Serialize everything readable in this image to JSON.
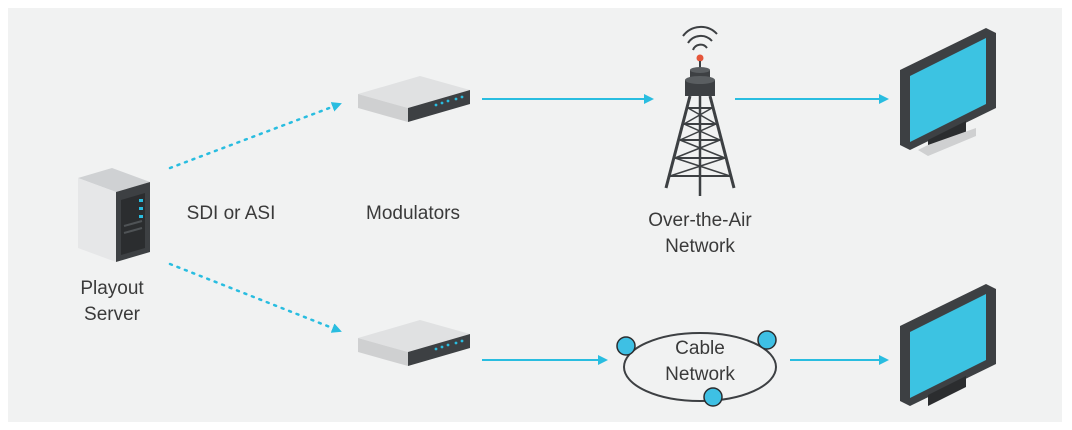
{
  "labels": {
    "playout_server_line1": "Playout",
    "playout_server_line2": "Server",
    "sdi_asi": "SDI or ASI",
    "modulators": "Modulators",
    "ota_line1": "Over-the-Air",
    "ota_line2": "Network",
    "cable_line1": "Cable",
    "cable_line2": "Network"
  },
  "colors": {
    "background": "#f1f2f2",
    "arrow": "#29bde0",
    "screen": "#3cc3e2",
    "node": "#3ec0e4",
    "device_dark": "#3d4043",
    "text": "#3a3a3a"
  },
  "icons": [
    "server-icon",
    "modulator-icon",
    "broadcast-tower-icon",
    "tv-monitor-icon",
    "cable-network-icon"
  ]
}
